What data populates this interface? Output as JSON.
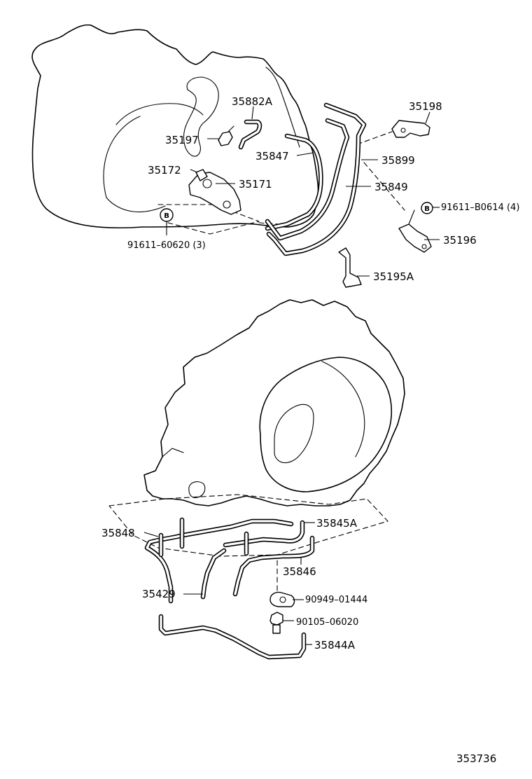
{
  "diagram_id": "353736",
  "bolt_badge_symbol": "B",
  "parts": {
    "p35882A": "35882A",
    "p35198": "35198",
    "p35197": "35197",
    "p35847": "35847",
    "p35899": "35899",
    "p35172": "35172",
    "p35171": "35171",
    "p35849": "35849",
    "p91611_B0614": "91611–B0614 (4)",
    "p35196": "35196",
    "p91611_60620": "91611–60620 (3)",
    "p35195A": "35195A",
    "p35848": "35848",
    "p35845A": "35845A",
    "p35846": "35846",
    "p35429": "35429",
    "p90949_01444": "90949–01444",
    "p90105_06020": "90105–06020",
    "p35844A": "35844A"
  }
}
